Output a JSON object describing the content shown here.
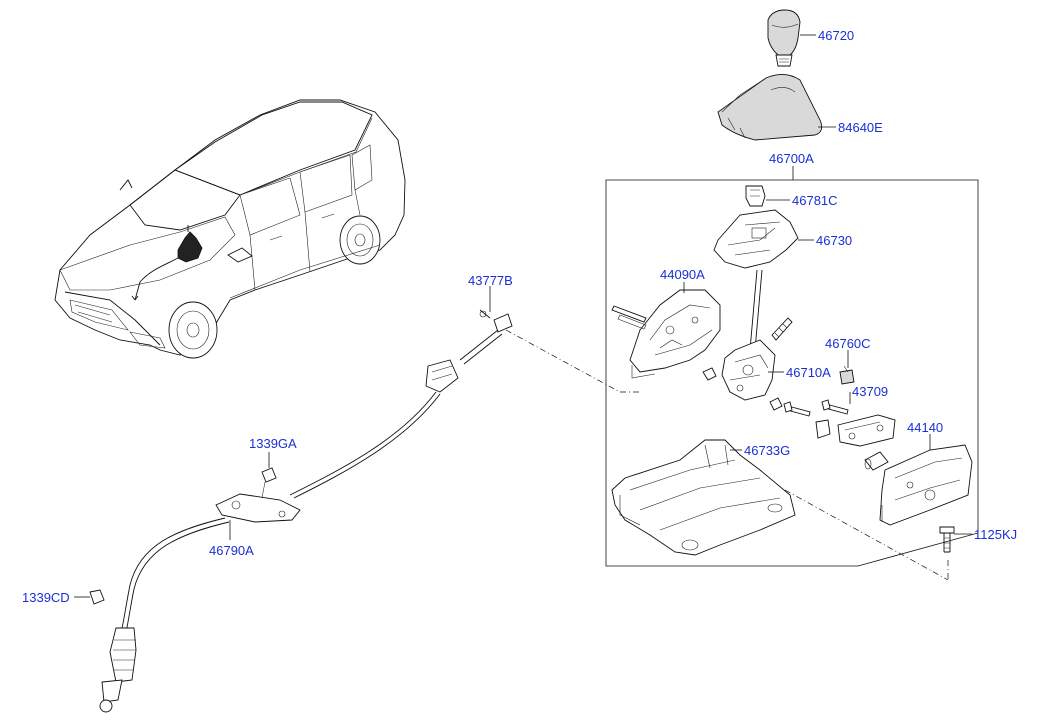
{
  "diagram": {
    "callouts": [
      {
        "id": "knob",
        "label": "46720"
      },
      {
        "id": "boot",
        "label": "84640E"
      },
      {
        "id": "assembly",
        "label": "46700A"
      },
      {
        "id": "p46781C",
        "label": "46781C"
      },
      {
        "id": "p46730",
        "label": "46730"
      },
      {
        "id": "p44090A",
        "label": "44090A"
      },
      {
        "id": "p43777B",
        "label": "43777B"
      },
      {
        "id": "p46760C",
        "label": "46760C"
      },
      {
        "id": "p46710A",
        "label": "46710A"
      },
      {
        "id": "p43709",
        "label": "43709"
      },
      {
        "id": "p44140",
        "label": "44140"
      },
      {
        "id": "p46733G",
        "label": "46733G"
      },
      {
        "id": "p1339GA",
        "label": "1339GA"
      },
      {
        "id": "p46790A",
        "label": "46790A"
      },
      {
        "id": "p1125KJ",
        "label": "1125KJ"
      },
      {
        "id": "p1339CD",
        "label": "1339CD"
      }
    ]
  }
}
